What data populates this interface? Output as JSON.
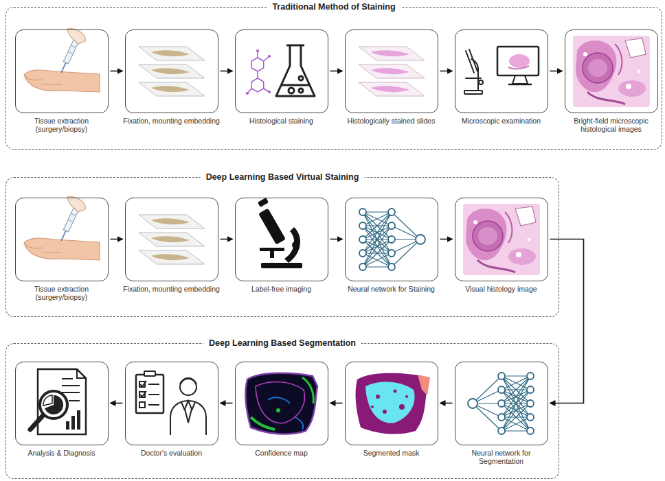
{
  "diagram": {
    "nodes": [
      {
        "text": [
          "Traditional Method of Staining"
        ]
      },
      {
        "text": [
          "Tissue extraction (surgery/biopsy)"
        ],
        "in": 0
      },
      {
        "text": [
          "Fixation, mounting embedding"
        ],
        "in": 0
      },
      {
        "text": [
          "Histological staining"
        ],
        "in": 0
      },
      {
        "text": [
          "Histologically stained slides"
        ],
        "in": 0
      },
      {
        "text": [
          "Microscopic examination"
        ],
        "in": 0
      },
      {
        "text": [
          "Bright-field microscopic histological images"
        ],
        "in": 0
      },
      {
        "text": [
          "Deep Learning Based Virtual Staining"
        ]
      },
      {
        "text": [
          "Tissue extraction (surgery/biopsy)"
        ],
        "in": 7
      },
      {
        "text": [
          "Fixation, mounting embedding"
        ],
        "in": 7
      },
      {
        "text": [
          "Label-free imaging"
        ],
        "in": 7
      },
      {
        "text": [
          "Neural network for Staining"
        ],
        "in": 7
      },
      {
        "text": [
          "Visual histology image"
        ],
        "in": 7
      },
      {
        "text": [
          "Deep Learning Based Segmentation"
        ]
      },
      {
        "text": [
          "Analysis & Diagnosis"
        ],
        "in": 13
      },
      {
        "text": [
          "Doctor's evaluation"
        ],
        "in": 13
      },
      {
        "text": [
          "Confidence map"
        ],
        "in": 13
      },
      {
        "text": [
          "Segmented mask"
        ],
        "in": 13
      },
      {
        "text": [
          "Neural network for Segmentation"
        ],
        "in": 13
      }
    ],
    "edges": [
      {
        "from": 1,
        "to": 2,
        "arrow": "to"
      },
      {
        "from": 2,
        "to": 3,
        "arrow": "to"
      },
      {
        "from": 3,
        "to": 4,
        "arrow": "to"
      },
      {
        "from": 4,
        "to": 5,
        "arrow": "to"
      },
      {
        "from": 5,
        "to": 6,
        "arrow": "to"
      },
      {
        "from": 8,
        "to": 9,
        "arrow": "to"
      },
      {
        "from": 9,
        "to": 10,
        "arrow": "to"
      },
      {
        "from": 10,
        "to": 11,
        "arrow": "to"
      },
      {
        "from": 11,
        "to": 12,
        "arrow": "to"
      },
      {
        "from": 12,
        "to": 18,
        "arrow": "to"
      },
      {
        "from": 18,
        "to": 17,
        "arrow": "to"
      },
      {
        "from": 17,
        "to": 16,
        "arrow": "to"
      },
      {
        "from": 16,
        "to": 15,
        "arrow": "to"
      },
      {
        "from": 15,
        "to": 14,
        "arrow": "to"
      }
    ]
  }
}
